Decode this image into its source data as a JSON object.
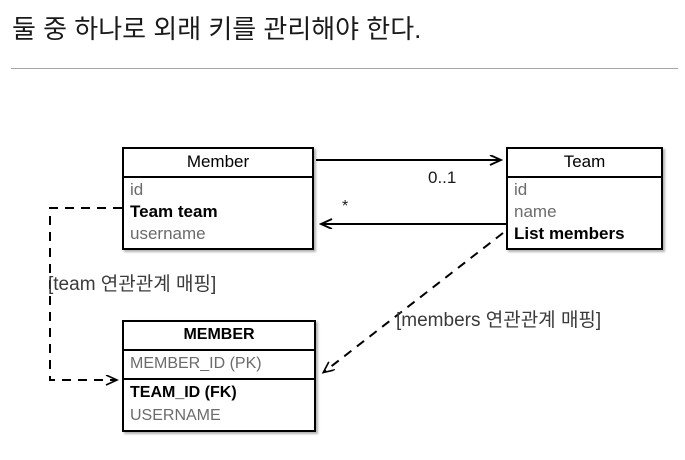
{
  "slide": {
    "title": "둘 중 하나로 외래 키를 관리해야 한다."
  },
  "diagram": {
    "member_class": {
      "title": "Member",
      "rows": [
        {
          "text": "id",
          "emphasis": false
        },
        {
          "text": "Team team",
          "emphasis": true
        },
        {
          "text": "username",
          "emphasis": false
        }
      ]
    },
    "team_class": {
      "title": "Team",
      "rows": [
        {
          "text": "id",
          "emphasis": false
        },
        {
          "text": "name",
          "emphasis": false
        },
        {
          "text": "List members",
          "emphasis": true
        }
      ]
    },
    "member_table": {
      "title": "MEMBER",
      "pk_rows": [
        {
          "text": "MEMBER_ID (PK)",
          "emphasis": false
        }
      ],
      "rows": [
        {
          "text": "TEAM_ID (FK)",
          "emphasis": true
        },
        {
          "text": "USERNAME",
          "emphasis": false
        }
      ]
    },
    "edge_labels": {
      "member_to_team": "0..1",
      "team_to_member": "*"
    },
    "notes": {
      "team_mapping": "[team 연관관계 매핑]",
      "members_mapping": "[members 연관관계 매핑]"
    },
    "colors": {
      "stroke": "#000000",
      "muted_text": "#6b6b6b",
      "rule": "#a6a6a6",
      "note_text": "#3a3a3a"
    }
  }
}
